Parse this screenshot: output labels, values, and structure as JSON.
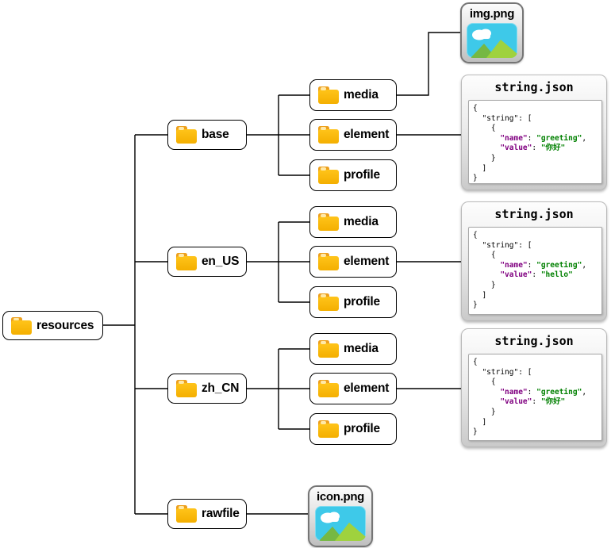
{
  "tree": {
    "root": {
      "label": "resources"
    },
    "groups": [
      {
        "label": "base",
        "children": [
          {
            "label": "media"
          },
          {
            "label": "element"
          },
          {
            "label": "profile"
          }
        ]
      },
      {
        "label": "en_US",
        "children": [
          {
            "label": "media"
          },
          {
            "label": "element"
          },
          {
            "label": "profile"
          }
        ]
      },
      {
        "label": "zh_CN",
        "children": [
          {
            "label": "media"
          },
          {
            "label": "element"
          },
          {
            "label": "profile"
          }
        ]
      }
    ],
    "rawfile": {
      "label": "rawfile"
    }
  },
  "files": {
    "img": {
      "title": "img.png",
      "icon": "image-icon"
    },
    "icon": {
      "title": "icon.png",
      "icon": "image-icon"
    }
  },
  "code": {
    "line_open": "{",
    "line_string": "  \"string\": [",
    "line_obj_open": "    {",
    "indent": "      ",
    "name_key": "\"name\"",
    "value_key": "\"value\"",
    "colon": ": ",
    "comma": ",",
    "greeting_val": "\"greeting\"",
    "line_obj_close": "    }",
    "line_arr_close": "  ]",
    "line_close": "}"
  },
  "panels": [
    {
      "title": "string.json",
      "value": "\"你好\""
    },
    {
      "title": "string.json",
      "value": "\"hello\""
    },
    {
      "title": "string.json",
      "value": "\"你好\""
    }
  ],
  "colors": {
    "json_key": "#800080",
    "json_value": "#008000",
    "folder_body": "#FFC41A",
    "folder_tab": "#EDA01E",
    "folder_notch": "#FFE9A8",
    "icon_sky": "#3EC9E9",
    "icon_mountain_dark": "#76B843",
    "icon_mountain_light": "#9FD23E"
  }
}
